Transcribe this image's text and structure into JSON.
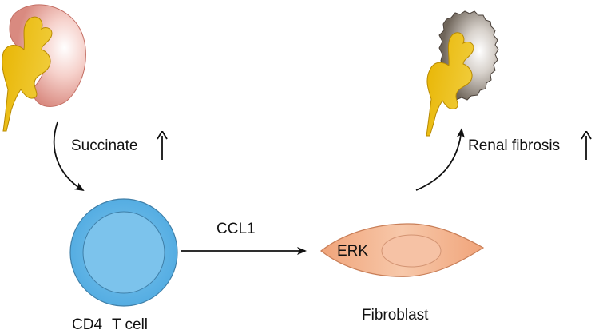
{
  "labels": {
    "succinate": "Succinate",
    "renal_fibrosis": "Renal fibrosis",
    "ccl1": "CCL1",
    "erk": "ERK",
    "fibroblast": "Fibroblast",
    "t_cell_prefix": "CD4",
    "t_cell_superscript": "+",
    "t_cell_suffix": " T cell"
  },
  "indicators": {
    "succinate_trend": "up-arrow-icon",
    "fibrosis_trend": "up-arrow-icon"
  },
  "colors": {
    "kidney_healthy": "#d98a80",
    "kidney_fibrotic": "#6f655a",
    "pelvis": "#e8b400",
    "t_cell": "#62b6e6",
    "fibroblast": "#f0a47a",
    "arrow": "#111111"
  }
}
